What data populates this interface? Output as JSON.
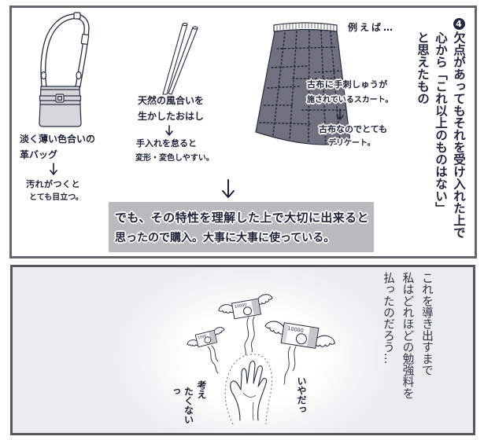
{
  "top_panel": {
    "heading": {
      "number": "4",
      "lines": [
        "欠点があってもそれを受け入れた上で",
        "心から「これ以上のものはない」",
        "と思えたもの"
      ]
    },
    "bag": {
      "label_lines": [
        "淡く薄い色合いの",
        "革バッグ"
      ],
      "note_lines": [
        "汚れがつくと",
        "とても目立つ。"
      ]
    },
    "chopsticks": {
      "label_lines": [
        "天然の風合いを",
        "生かしたおはし"
      ],
      "note_lines": [
        "手入れを怠ると",
        "変形・変色しやすい。"
      ]
    },
    "skirt": {
      "intro": "例えば…",
      "label_lines": [
        "古布に手刺しゅうが",
        "施されているスカート。"
      ],
      "note_lines": [
        "古布なのでとても",
        "デリケート。"
      ]
    },
    "conclusion_lines": [
      "でも、その特性を理解した上で大切に出来ると",
      "思ったので購入。大事に大事に使っている。"
    ]
  },
  "bottom_panel": {
    "narration_lines": [
      "これを導き出すまで",
      "私はどれほどの勉強料を",
      "払ったのだろう…"
    ],
    "speech_left_lines": [
      "考え",
      "たくないっ"
    ],
    "speech_right": "いやだっ",
    "bills": [
      {
        "label": "10000"
      },
      {
        "label": "1000"
      },
      {
        "label": "10000"
      }
    ]
  },
  "colors": {
    "ink": "#1f2440",
    "panel_border": "#62636a",
    "caption_bg": "#b9babe",
    "skirt_fill": "#6f727e",
    "bag_fill": "#d6d7db",
    "bottom_panel_bg": "#ececef"
  }
}
